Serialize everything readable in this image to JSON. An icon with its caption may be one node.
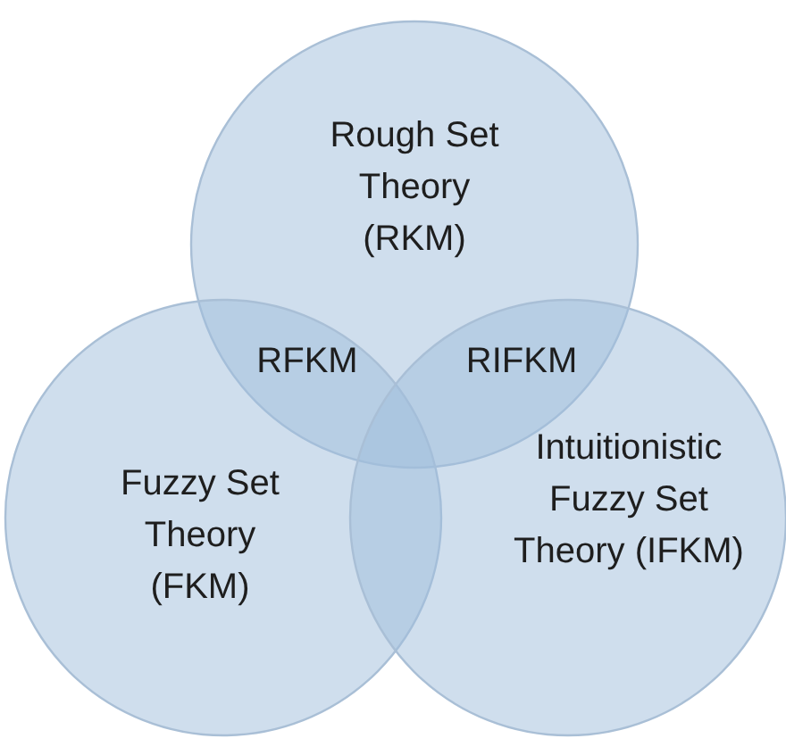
{
  "diagram": {
    "nodes": [
      {
        "text": [
          "Rough Set Theory (RKM)"
        ]
      },
      {
        "text": [
          "Fuzzy Set Theory (FKM)"
        ]
      },
      {
        "text": [
          "Intuitionistic Fuzzy Set Theory (IFKM)"
        ]
      }
    ],
    "labels": [
      "RFKM",
      "RIFKM"
    ]
  }
}
